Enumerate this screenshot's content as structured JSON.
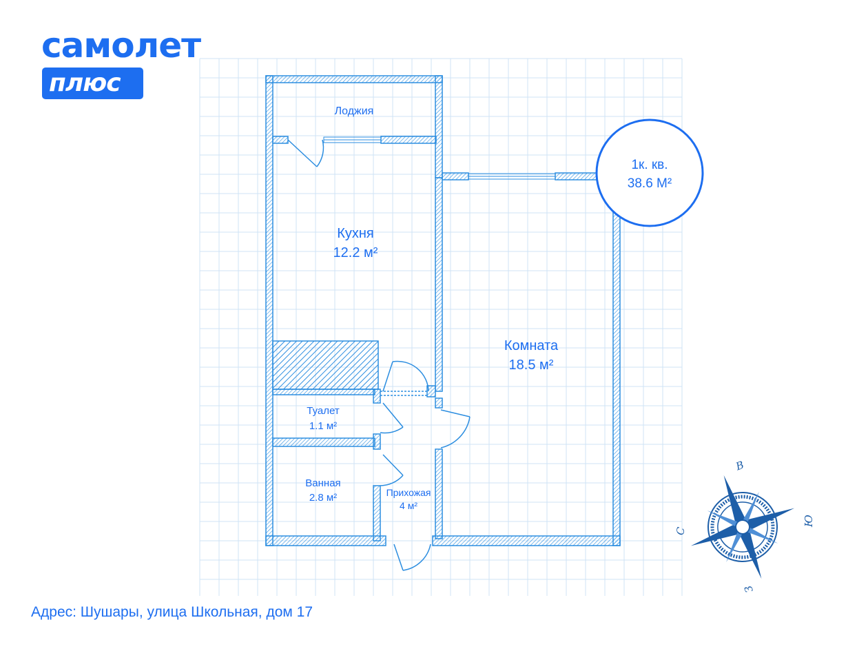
{
  "logo": {
    "name": "самолет",
    "badge": "плюс"
  },
  "apartment": {
    "type": "1к. кв.",
    "area": "38.6 М²"
  },
  "rooms": {
    "loggia": {
      "name": "Лоджия"
    },
    "kitchen": {
      "name": "Кухня",
      "area": "12.2 м²"
    },
    "room": {
      "name": "Комната",
      "area": "18.5 м²"
    },
    "toilet": {
      "name": "Туалет",
      "area": "1.1 м²"
    },
    "bathroom": {
      "name": "Ванная",
      "area": "2.8 м²"
    },
    "hallway": {
      "name": "Прихожая",
      "area": "4 м²"
    }
  },
  "compass": {
    "n": "В",
    "e": "Ю",
    "s": "З",
    "w": "С"
  },
  "address": "Адрес: Шушары, улица Школьная, дом 17",
  "colors": {
    "accent": "#1d6ef0",
    "plan": "#2b8de0",
    "grid": "#cfe3f6"
  }
}
